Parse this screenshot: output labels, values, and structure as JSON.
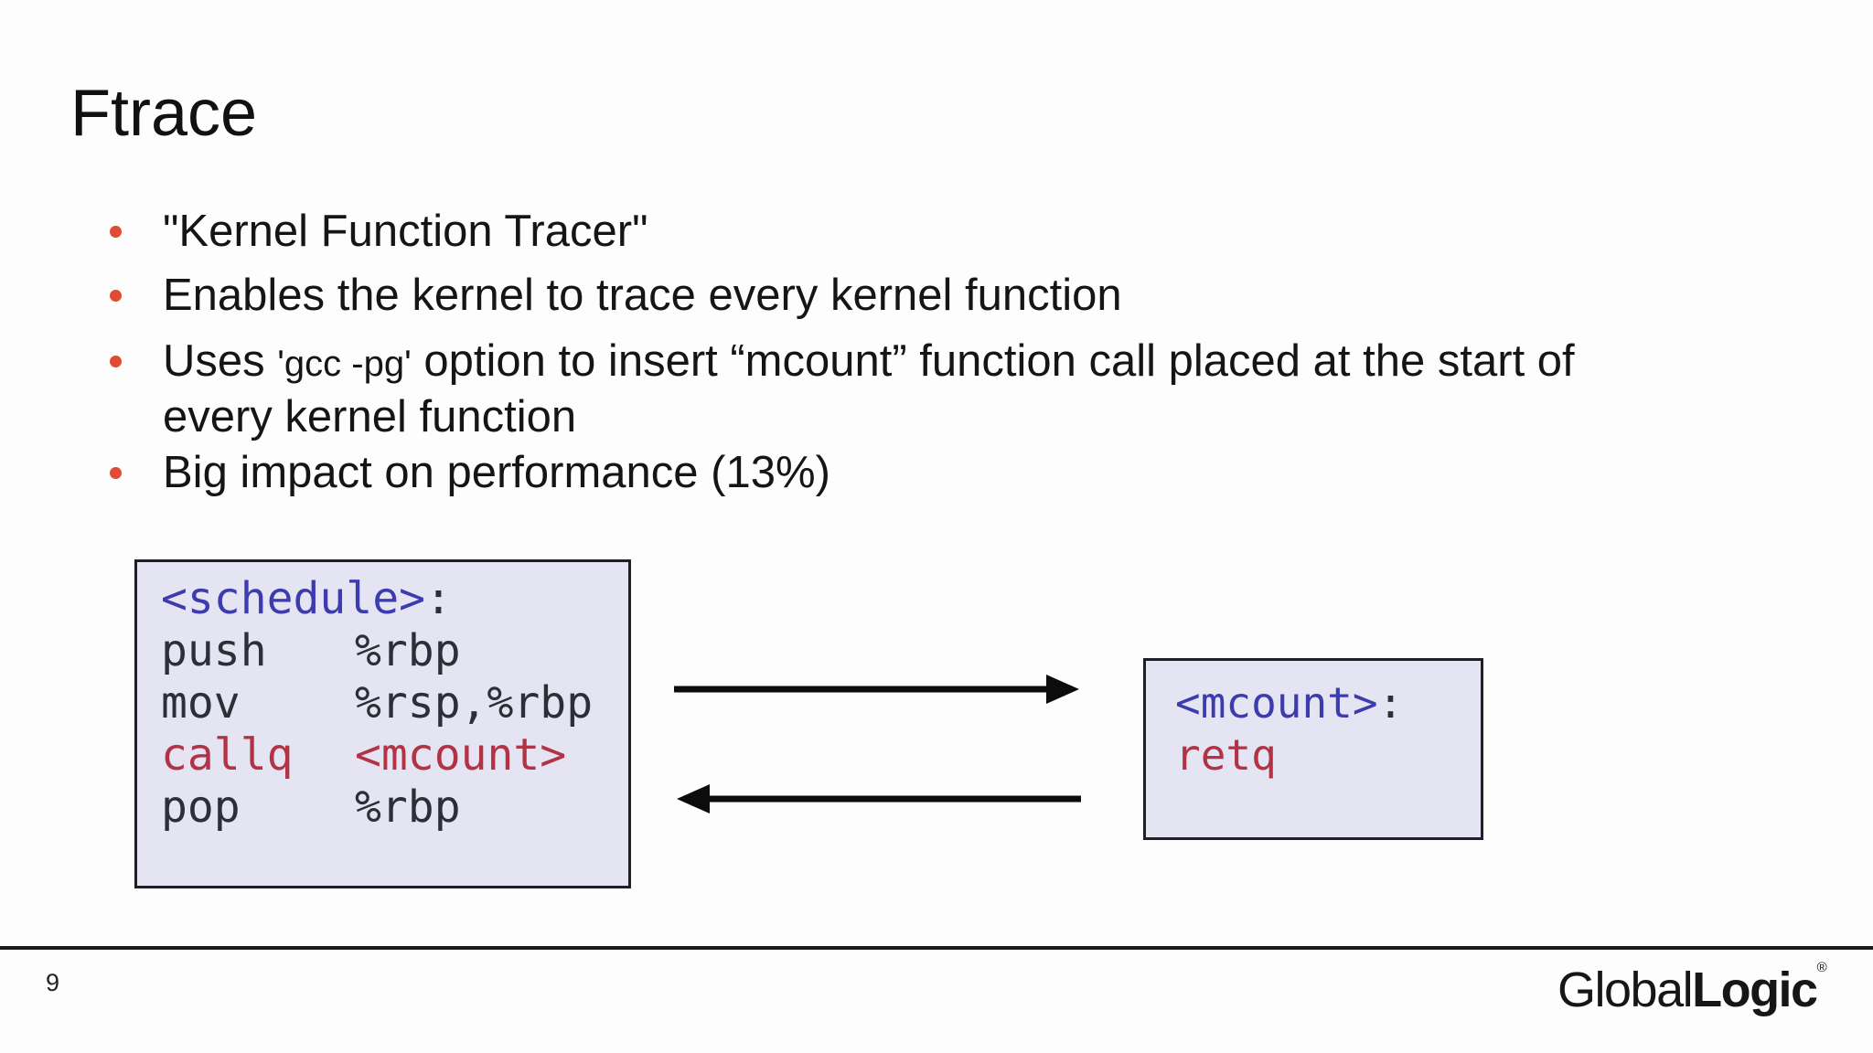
{
  "slide": {
    "title": "Ftrace",
    "bullets": {
      "b1": "\"Kernel Function Tracer\"",
      "b2": "Enables the kernel to trace every kernel function",
      "b3_lead": "Uses ",
      "b3_code": "'gcc -pg'",
      "b3_rest": " option to insert “mcount” function call placed at the start of",
      "b3_line2": "every kernel function",
      "b4": "Big impact on performance (13%)"
    }
  },
  "diagram": {
    "left_box": {
      "label": "<schedule>",
      "colon": ":",
      "instructions": [
        {
          "mnemonic": "push",
          "operand": "%rbp"
        },
        {
          "mnemonic": "mov",
          "operand": "%rsp,%rbp"
        },
        {
          "mnemonic": "callq",
          "operand": "<mcount>"
        },
        {
          "mnemonic": "pop",
          "operand": "%rbp"
        }
      ]
    },
    "right_box": {
      "label": "<mcount>",
      "colon": ":",
      "instructions": [
        {
          "mnemonic": "retq"
        }
      ]
    },
    "arrow_icons": [
      "call-arrow-icon",
      "return-arrow-icon"
    ]
  },
  "footer": {
    "page_number": "9",
    "logo": {
      "regular": "Global",
      "bold": "Logic",
      "registered": "®"
    }
  },
  "colors": {
    "bullet_dot": "#df4b33",
    "code_box_bg": "#e4e4f2",
    "code_box_border": "#1f1f28",
    "code_label_blue": "#3c3cae",
    "code_plain": "#2e2e38",
    "code_call_red": "#b13345",
    "footer_line": "#1b1b1b",
    "arrow": "#0c0c0c"
  }
}
